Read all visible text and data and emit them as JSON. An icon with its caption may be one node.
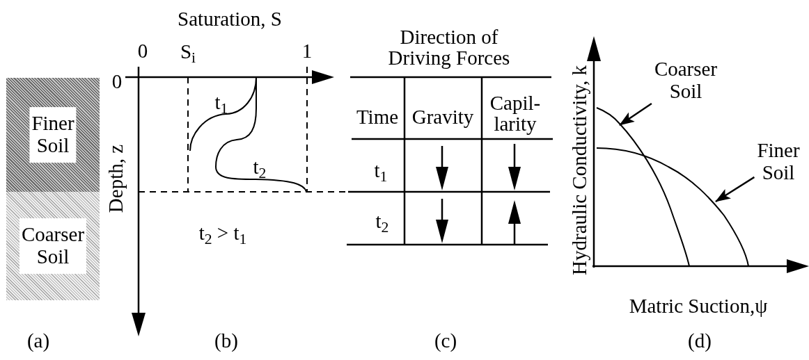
{
  "diagram": {
    "nodes": [
      {
        "text": [
          "Finer Soil"
        ]
      },
      {
        "text": [
          "Coarser Soil"
        ]
      },
      {
        "text": [
          "Coarser Soil"
        ]
      },
      {
        "text": [],
        "shape": "curve"
      },
      {
        "text": [
          "Finer Soil"
        ]
      },
      {
        "text": [],
        "shape": "curve"
      }
    ],
    "edges": [
      {
        "from": 2,
        "to": 3,
        "arrow": "to"
      },
      {
        "from": 4,
        "to": 5,
        "arrow": "to"
      }
    ],
    "labels": [
      "Saturation, S",
      "0",
      "S$_{i}$",
      "1",
      "0",
      "Depth, z",
      "t$_{1}$",
      "t$_{2}$",
      "t$_{2}$ > t$_{1}$",
      "Direction of Driving Forces",
      "Time",
      "Gravity",
      "Capil- larity",
      "t$_{1}$",
      "t$_{2}$",
      "Hydraulic Conductivity, k",
      "Matric Suction,ψ",
      "(a)",
      "(b)",
      "(c)",
      "(d)"
    ]
  }
}
